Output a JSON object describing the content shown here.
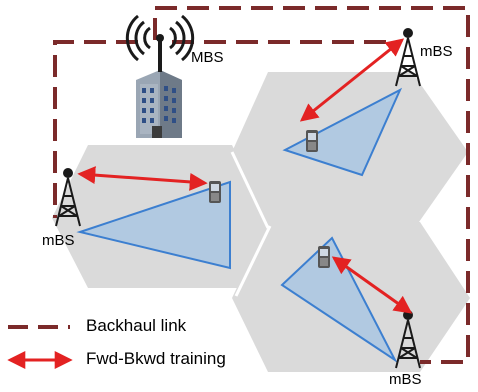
{
  "labels": {
    "macro_bs": "MBS",
    "mbs_top_right": "mBS",
    "mbs_left": "mBS",
    "mbs_bottom_right": "mBS"
  },
  "legend": {
    "backhaul": "Backhaul link",
    "training": "Fwd-Bkwd training"
  },
  "colors": {
    "backhaul": "#7b2a2a",
    "training": "#e32222",
    "cell_fill": "#dadada",
    "beam_fill": "#a9c5e2",
    "beam_stroke": "#3c7fd0",
    "tower": "#1a1a1a",
    "building": "#8e9aa8"
  },
  "icons": [
    "building-antenna-icon",
    "cell-tower-icon",
    "mobile-phone-icon",
    "double-arrow-icon"
  ]
}
